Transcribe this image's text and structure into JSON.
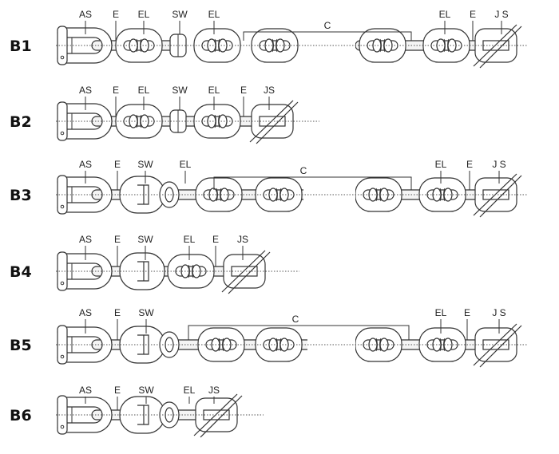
{
  "rows": [
    {
      "id": "B1",
      "labels": [
        "AS",
        "E",
        "EL",
        "SW",
        "EL",
        "C",
        "EL",
        "E",
        "J S"
      ]
    },
    {
      "id": "B2",
      "labels": [
        "AS",
        "E",
        "EL",
        "SW",
        "EL",
        "E",
        "JS"
      ]
    },
    {
      "id": "B3",
      "labels": [
        "AS",
        "E",
        "SW",
        "EL",
        "C",
        "EL",
        "E",
        "J S"
      ]
    },
    {
      "id": "B4",
      "labels": [
        "AS",
        "E",
        "SW",
        "EL",
        "E",
        "JS"
      ]
    },
    {
      "id": "B5",
      "labels": [
        "AS",
        "E",
        "SW",
        "C",
        "EL",
        "E",
        "J S"
      ]
    },
    {
      "id": "B6",
      "labels": [
        "AS",
        "E",
        "SW",
        "EL",
        "JS"
      ]
    }
  ],
  "colors": {
    "line": "#333333",
    "fill": "#ffffff",
    "label": "#111111"
  }
}
